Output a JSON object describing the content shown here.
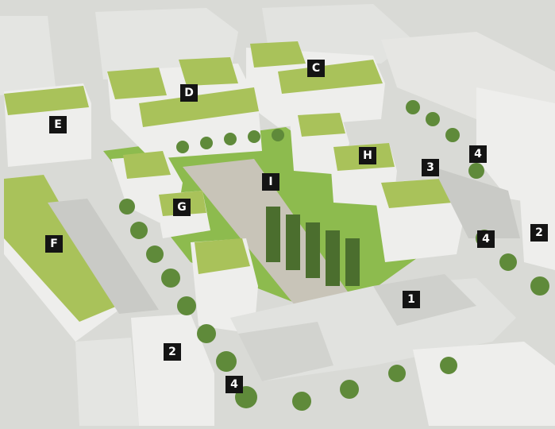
{
  "colors": {
    "ground": "#d9dad6",
    "building": "#eeeeec",
    "building_shade": "#c9cac6",
    "roof_green": "#a9c25a",
    "lawn": "#8dbb4e",
    "tree": "#5f8a3a",
    "path": "#c8c4b8",
    "marker_bg": "#141414",
    "marker_text": "#ffffff"
  },
  "labels": [
    {
      "id": "C",
      "text": "C"
    },
    {
      "id": "D",
      "text": "D"
    },
    {
      "id": "E",
      "text": "E"
    },
    {
      "id": "H",
      "text": "H"
    },
    {
      "id": "I",
      "text": "I"
    },
    {
      "id": "G",
      "text": "G"
    },
    {
      "id": "F",
      "text": "F"
    },
    {
      "id": "4a",
      "text": "4"
    },
    {
      "id": "3",
      "text": "3"
    },
    {
      "id": "4b",
      "text": "4"
    },
    {
      "id": "2a",
      "text": "2"
    },
    {
      "id": "1",
      "text": "1"
    },
    {
      "id": "2b",
      "text": "2"
    },
    {
      "id": "4c",
      "text": "4"
    }
  ]
}
